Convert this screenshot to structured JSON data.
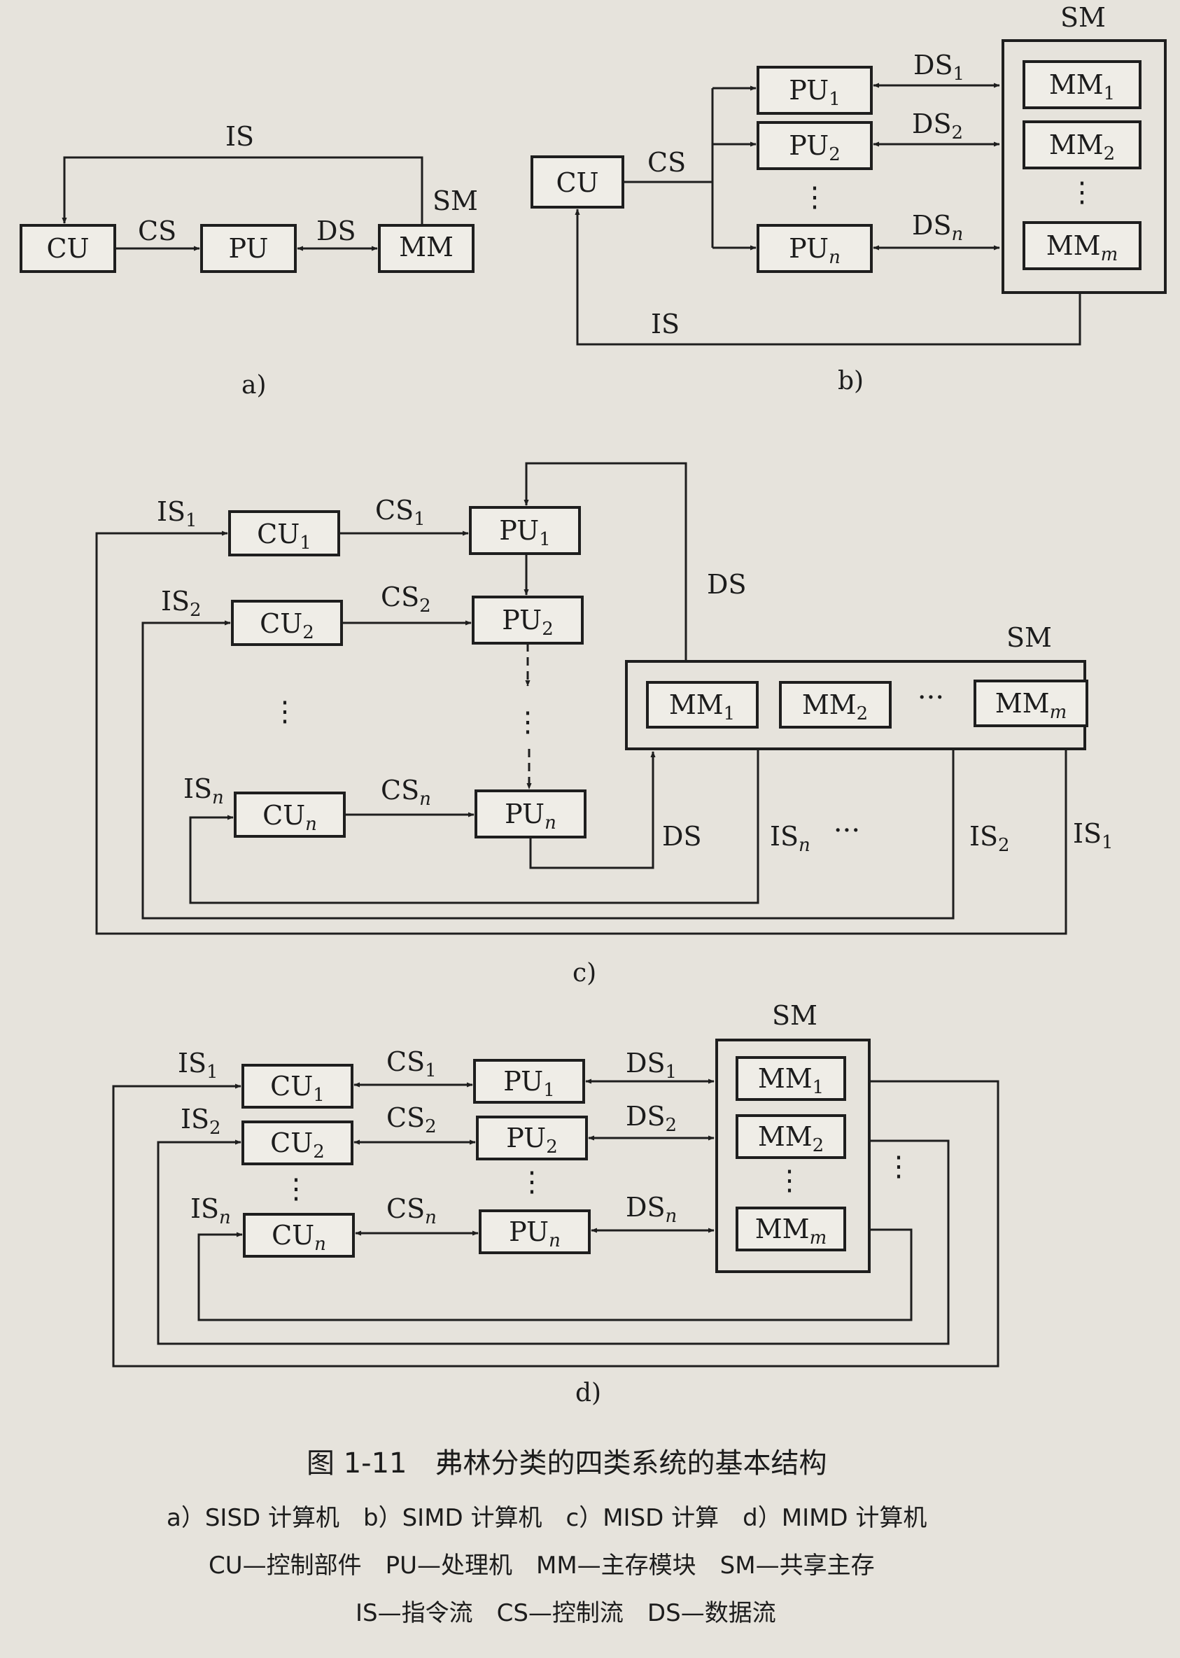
{
  "panels": {
    "a": {
      "caption": "a)",
      "cu": "CU",
      "pu": "PU",
      "mm": "MM",
      "sm": "SM",
      "is": "IS",
      "cs": "CS",
      "ds": "DS"
    },
    "b": {
      "caption": "b)",
      "cu": "CU",
      "cs": "CS",
      "is": "IS",
      "sm": "SM",
      "pus": [
        [
          "PU",
          "1"
        ],
        [
          "PU",
          "2"
        ],
        [
          "PU",
          "n"
        ]
      ],
      "dss": [
        [
          "DS",
          "1"
        ],
        [
          "DS",
          "2"
        ],
        [
          "DS",
          "n"
        ]
      ],
      "mms": [
        [
          "MM",
          "1"
        ],
        [
          "MM",
          "2"
        ],
        [
          "MM",
          "m"
        ]
      ],
      "ellipsis": "⋮"
    },
    "c": {
      "caption": "c)",
      "sm": "SM",
      "ds_top": "DS",
      "ds_bottom": "DS",
      "cus": [
        [
          "CU",
          "1"
        ],
        [
          "CU",
          "2"
        ],
        [
          "CU",
          "n"
        ]
      ],
      "pus": [
        [
          "PU",
          "1"
        ],
        [
          "PU",
          "2"
        ],
        [
          "PU",
          "n"
        ]
      ],
      "css": [
        [
          "CS",
          "1"
        ],
        [
          "CS",
          "2"
        ],
        [
          "CS",
          "n"
        ]
      ],
      "iss_left": [
        [
          "IS",
          "1"
        ],
        [
          "IS",
          "2"
        ],
        [
          "IS",
          "n"
        ]
      ],
      "mms": [
        [
          "MM",
          "1"
        ],
        [
          "MM",
          "2"
        ],
        [
          "MM",
          "m"
        ]
      ],
      "iss_bottom": [
        [
          "IS",
          "n"
        ],
        [
          "IS",
          "2"
        ],
        [
          "IS",
          "1"
        ]
      ],
      "ellipsis_h": "···",
      "ellipsis_v": "⋮"
    },
    "d": {
      "caption": "d)",
      "sm": "SM",
      "cus": [
        [
          "CU",
          "1"
        ],
        [
          "CU",
          "2"
        ],
        [
          "CU",
          "n"
        ]
      ],
      "pus": [
        [
          "PU",
          "1"
        ],
        [
          "PU",
          "2"
        ],
        [
          "PU",
          "n"
        ]
      ],
      "css": [
        [
          "CS",
          "1"
        ],
        [
          "CS",
          "2"
        ],
        [
          "CS",
          "n"
        ]
      ],
      "dss": [
        [
          "DS",
          "1"
        ],
        [
          "DS",
          "2"
        ],
        [
          "DS",
          "n"
        ]
      ],
      "iss": [
        [
          "IS",
          "1"
        ],
        [
          "IS",
          "2"
        ],
        [
          "IS",
          "n"
        ]
      ],
      "mms": [
        [
          "MM",
          "1"
        ],
        [
          "MM",
          "2"
        ],
        [
          "MM",
          "m"
        ]
      ],
      "ellipsis_v": "⋮"
    }
  },
  "figure_title": "图 1-11　弗林分类的四类系统的基本结构",
  "legend": [
    "a）SISD 计算机　b）SIMD 计算机　c）MISD 计算　d）MIMD 计算机",
    "CU—控制部件　PU—处理机　MM—主存模块　SM—共享主存",
    "IS—指令流　CS—控制流　DS—数据流"
  ]
}
